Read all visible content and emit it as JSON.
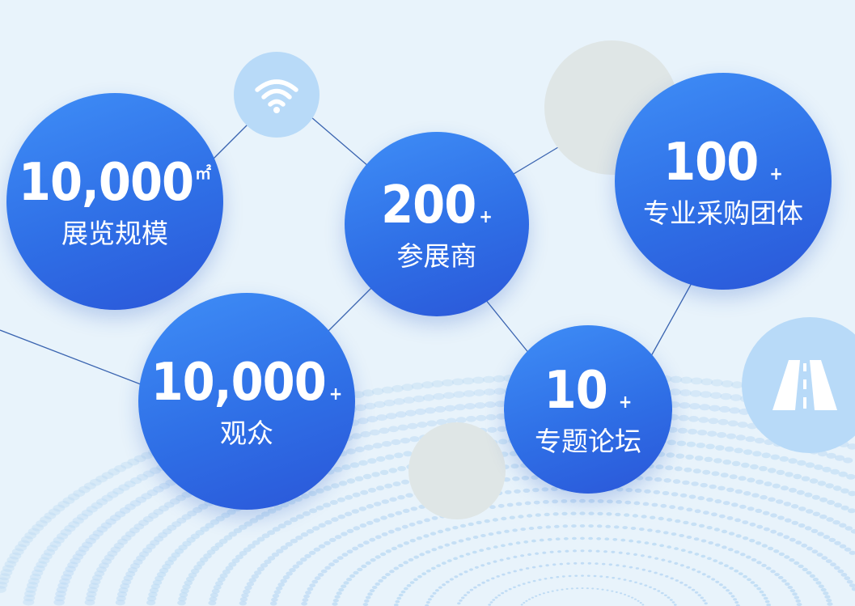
{
  "stats": [
    {
      "value": "10,000",
      "suffix": "㎡",
      "label": "展览规模"
    },
    {
      "value": "200",
      "suffix": "+",
      "label": "参展商"
    },
    {
      "value": "100",
      "suffix": "+",
      "label": "专业采购团体"
    },
    {
      "value": "10,000",
      "suffix": "+",
      "label": "观众"
    },
    {
      "value": "10",
      "suffix": "+",
      "label": "专题论坛"
    }
  ],
  "icons": {
    "wifi": "wifi-icon",
    "road": "road-icon"
  },
  "colors": {
    "background": "#e8f3fb",
    "bubble": "#2f6fe6",
    "accent_light": "#b8d9f7",
    "gray_circle": "#dfe6e6"
  }
}
